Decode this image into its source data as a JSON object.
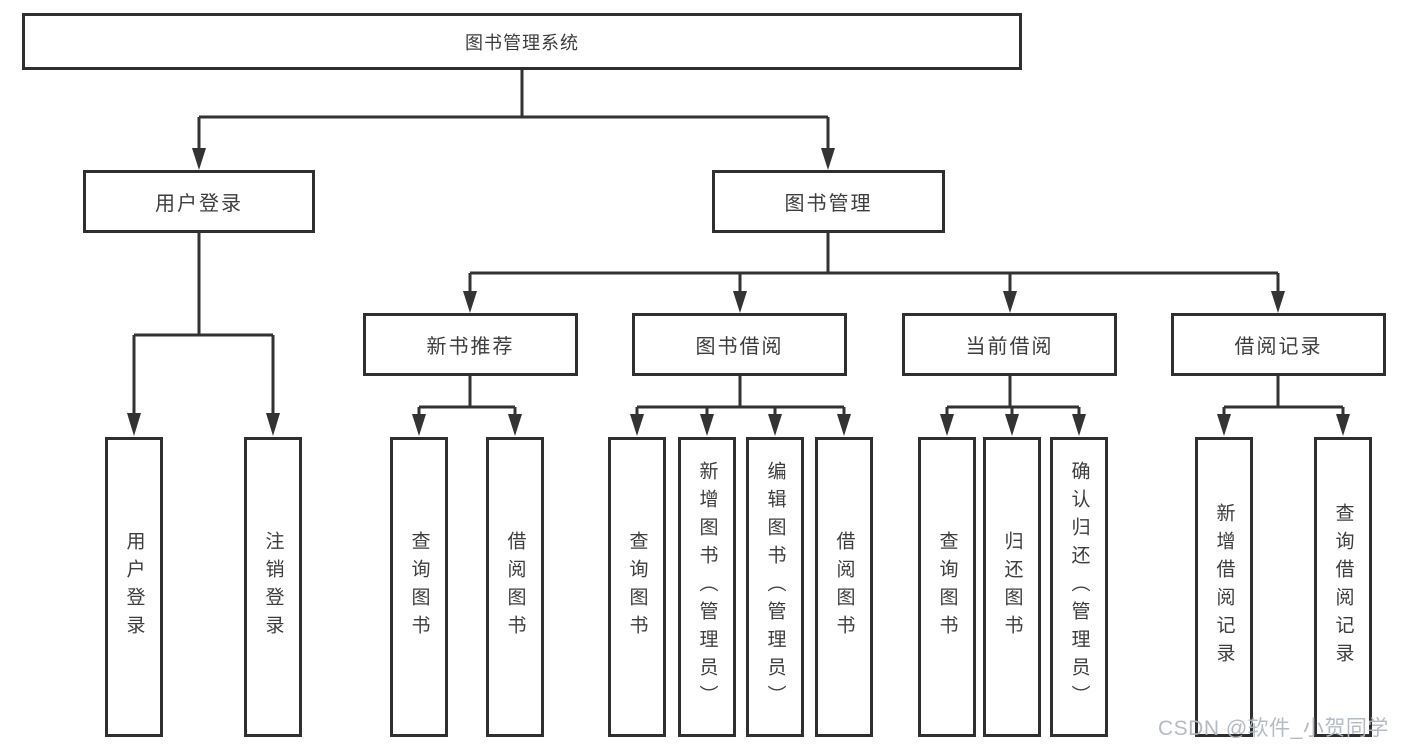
{
  "diagram": {
    "root": "图书管理系统",
    "branches": [
      {
        "label": "用户登录",
        "children": [
          "用户登录",
          "注销登录"
        ]
      },
      {
        "label": "图书管理",
        "children": [
          {
            "label": "新书推荐",
            "children": [
              "查询图书",
              "借阅图书"
            ]
          },
          {
            "label": "图书借阅",
            "children": [
              "查询图书",
              "新增图书（管理员）",
              "编辑图书（管理员）",
              "借阅图书"
            ]
          },
          {
            "label": "当前借阅",
            "children": [
              "查询图书",
              "归还图书",
              "确认归还（管理员）"
            ]
          },
          {
            "label": "借阅记录",
            "children": [
              "新增借阅记录",
              "查询借阅记录"
            ]
          }
        ]
      }
    ]
  },
  "watermark": "CSDN @软件_小贺同学",
  "colors": {
    "line": "#333333",
    "box_border": "#2f2f2f",
    "text": "#3d3d3d",
    "watermark": "#b2b7bf",
    "background": "#ffffff"
  }
}
